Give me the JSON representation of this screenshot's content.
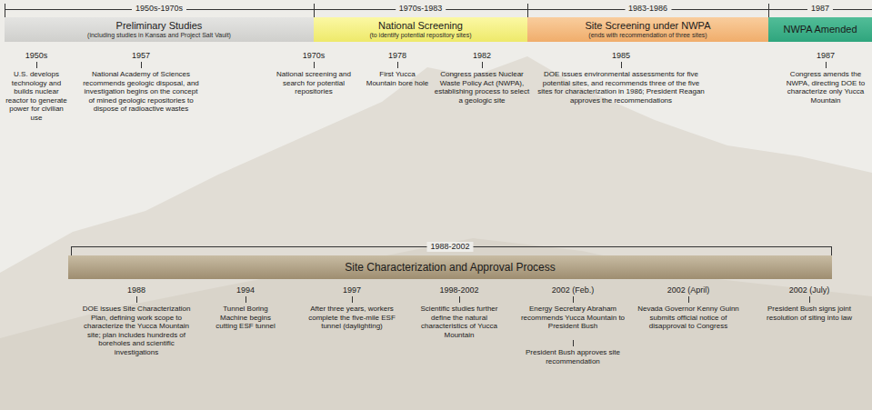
{
  "diagram": {
    "nodes": [
      {
        "text": [
          "1950s-1970s",
          "Preliminary Studies",
          "(including studies in Kansas and Project Salt Vault)"
        ]
      },
      {
        "text": [
          "1970s-1983",
          "National Screening",
          "(to identify potential repository sites)"
        ]
      },
      {
        "text": [
          "1983-1986",
          "Site Screening under NWPA",
          "(ends with recommendation of three sites)"
        ]
      },
      {
        "text": [
          "1987",
          "NWPA Amended"
        ]
      },
      {
        "text": [
          "1988-2002",
          "Site Characterization and Approval Process"
        ]
      }
    ],
    "labels": [
      "1950s",
      "U.S. develops technology and builds nuclear reactor to generate power for civilian use",
      "1957",
      "National Academy of Sciences recommends geologic disposal, and investigation begins on the concept of mined geologic repositories to dispose of radioactive wastes",
      "1970s",
      "National screening and search for potential repositories",
      "1978",
      "First Yucca Mountain bore hole",
      "1982",
      "Congress passes Nuclear Waste Policy Act (NWPA), establishing process to select a geologic site",
      "1985",
      "DOE issues environmental assessments for five potential sites, and recommends three of the five sites for characterization in 1986; President Reagan approves the recommendations",
      "1987",
      "Congress amends the NWPA, directing DOE to characterize only Yucca Mountain",
      "1988",
      "DOE issues Site Characterization Plan, defining work scope to characterize the Yucca Mountain site; plan includes hundreds of boreholes and scientific investigations",
      "1994",
      "Tunnel Boring Machine begins cutting ESF tunnel",
      "1997",
      "After three years, workers complete the five-mile ESF tunnel (daylighting)",
      "1998-2002",
      "Scientific studies further define the natural characteristics of Yucca Mountain",
      "2002 (Feb.)",
      "Energy Secretary Abraham recommends Yucca Mountain to President Bush",
      "President Bush approves site recommendation",
      "2002 (April)",
      "Nevada Governor Kenny Guinn submits official notice of disapproval to Congress",
      "2002 (July)",
      "President Bush signs joint resolution of siting into law"
    ]
  }
}
